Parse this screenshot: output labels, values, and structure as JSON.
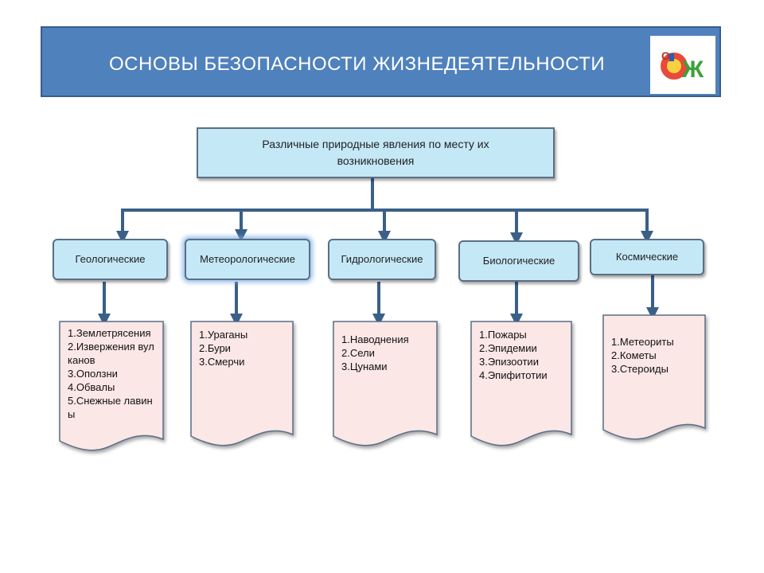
{
  "header": {
    "title": "ОСНОВЫ  БЕЗОПАСНОСТИ  ЖИЗНЕДЕЯТЕЛЬНОСТИ",
    "logo_icon": "obzh-logo",
    "background_color": "#4f81bd"
  },
  "root": {
    "label": "Различные природные явления по месту их возникновения"
  },
  "categories": [
    {
      "label": "Геологические",
      "items": [
        "1.Землетрясения",
        "2.Извержения вулканов",
        "3.Оползни",
        "4.Обвалы",
        "5.Снежные лавины"
      ]
    },
    {
      "label": "Метеорологические",
      "items": [
        "1.Ураганы",
        "2.Бури",
        "3.Смерчи"
      ]
    },
    {
      "label": "Гидрологические",
      "items": [
        "1.Наводнения",
        "2.Сели",
        "3.Цунами"
      ]
    },
    {
      "label": "Биологические",
      "items": [
        "1.Пожары",
        "2.Эпидемии",
        "3.Эпизоотии",
        "4.Эпифитотии"
      ]
    },
    {
      "label": "Космические",
      "items": [
        "1.Метеориты",
        "2.Кометы",
        "3.Стероиды"
      ]
    }
  ],
  "colors": {
    "box_fill": "#c5e8f7",
    "doc_fill": "#fbe7e6",
    "connector": "#3a5f88"
  }
}
